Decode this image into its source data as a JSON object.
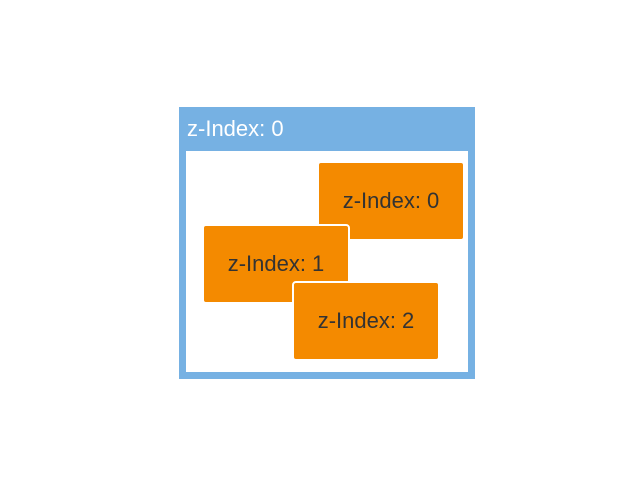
{
  "outer": {
    "label": "z-Index: 0",
    "color": "#76b1e3"
  },
  "children": [
    {
      "label": "z-Index: 0",
      "z_index": 0
    },
    {
      "label": "z-Index: 1",
      "z_index": 1
    },
    {
      "label": "z-Index: 2",
      "z_index": 2
    }
  ],
  "colors": {
    "child_fill": "#f48a00",
    "child_text": "#333333",
    "outer_text": "#ffffff"
  }
}
